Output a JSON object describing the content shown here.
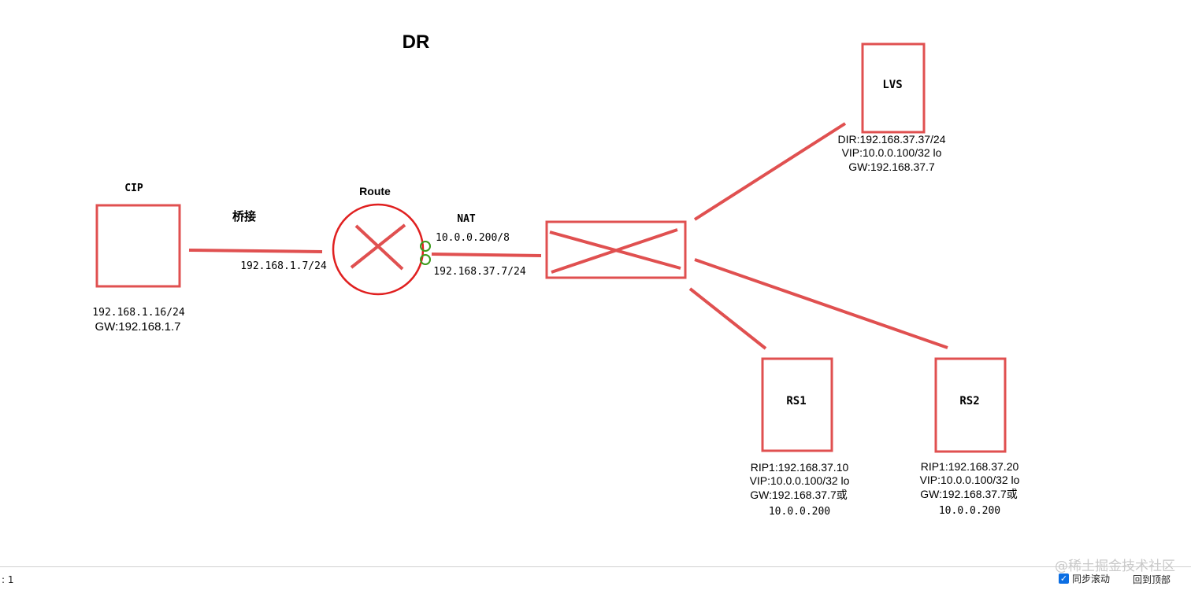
{
  "title": "DR",
  "nodes": {
    "cip": {
      "label": "CIP",
      "ip": "192.168.1.16/24",
      "gw": "GW:192.168.1.7"
    },
    "route": {
      "label": "Route"
    },
    "lvs": {
      "label": "LVS",
      "dir": "DIR:192.168.37.37/24",
      "vip": "VIP:10.0.0.100/32 lo",
      "gw": "GW:192.168.37.7"
    },
    "rs1": {
      "label": "RS1",
      "rip": "RIP1:192.168.37.10",
      "vip": "VIP:10.0.0.100/32 lo",
      "gw": "GW:192.168.37.7或",
      "gw_alt": "10.0.0.200"
    },
    "rs2": {
      "label": "RS2",
      "rip": "RIP1:192.168.37.20",
      "vip": "VIP:10.0.0.100/32 lo",
      "gw": "GW:192.168.37.7或",
      "gw_alt": "10.0.0.200"
    }
  },
  "links": {
    "bridge_label": "桥接",
    "route_left_ip": "192.168.1.7/24",
    "nat_label": "NAT",
    "route_nat_ip": "10.0.0.200/8",
    "route_right_ip": "192.168.37.7/24"
  },
  "footer": {
    "status": ": 1",
    "watermark": "@稀土掘金技术社区",
    "sync_label": "同步滚动",
    "to_top_label": "回到顶部"
  },
  "colors": {
    "line": "#e05050",
    "router_circle": "#e02020",
    "port": "#3a9a1a"
  }
}
